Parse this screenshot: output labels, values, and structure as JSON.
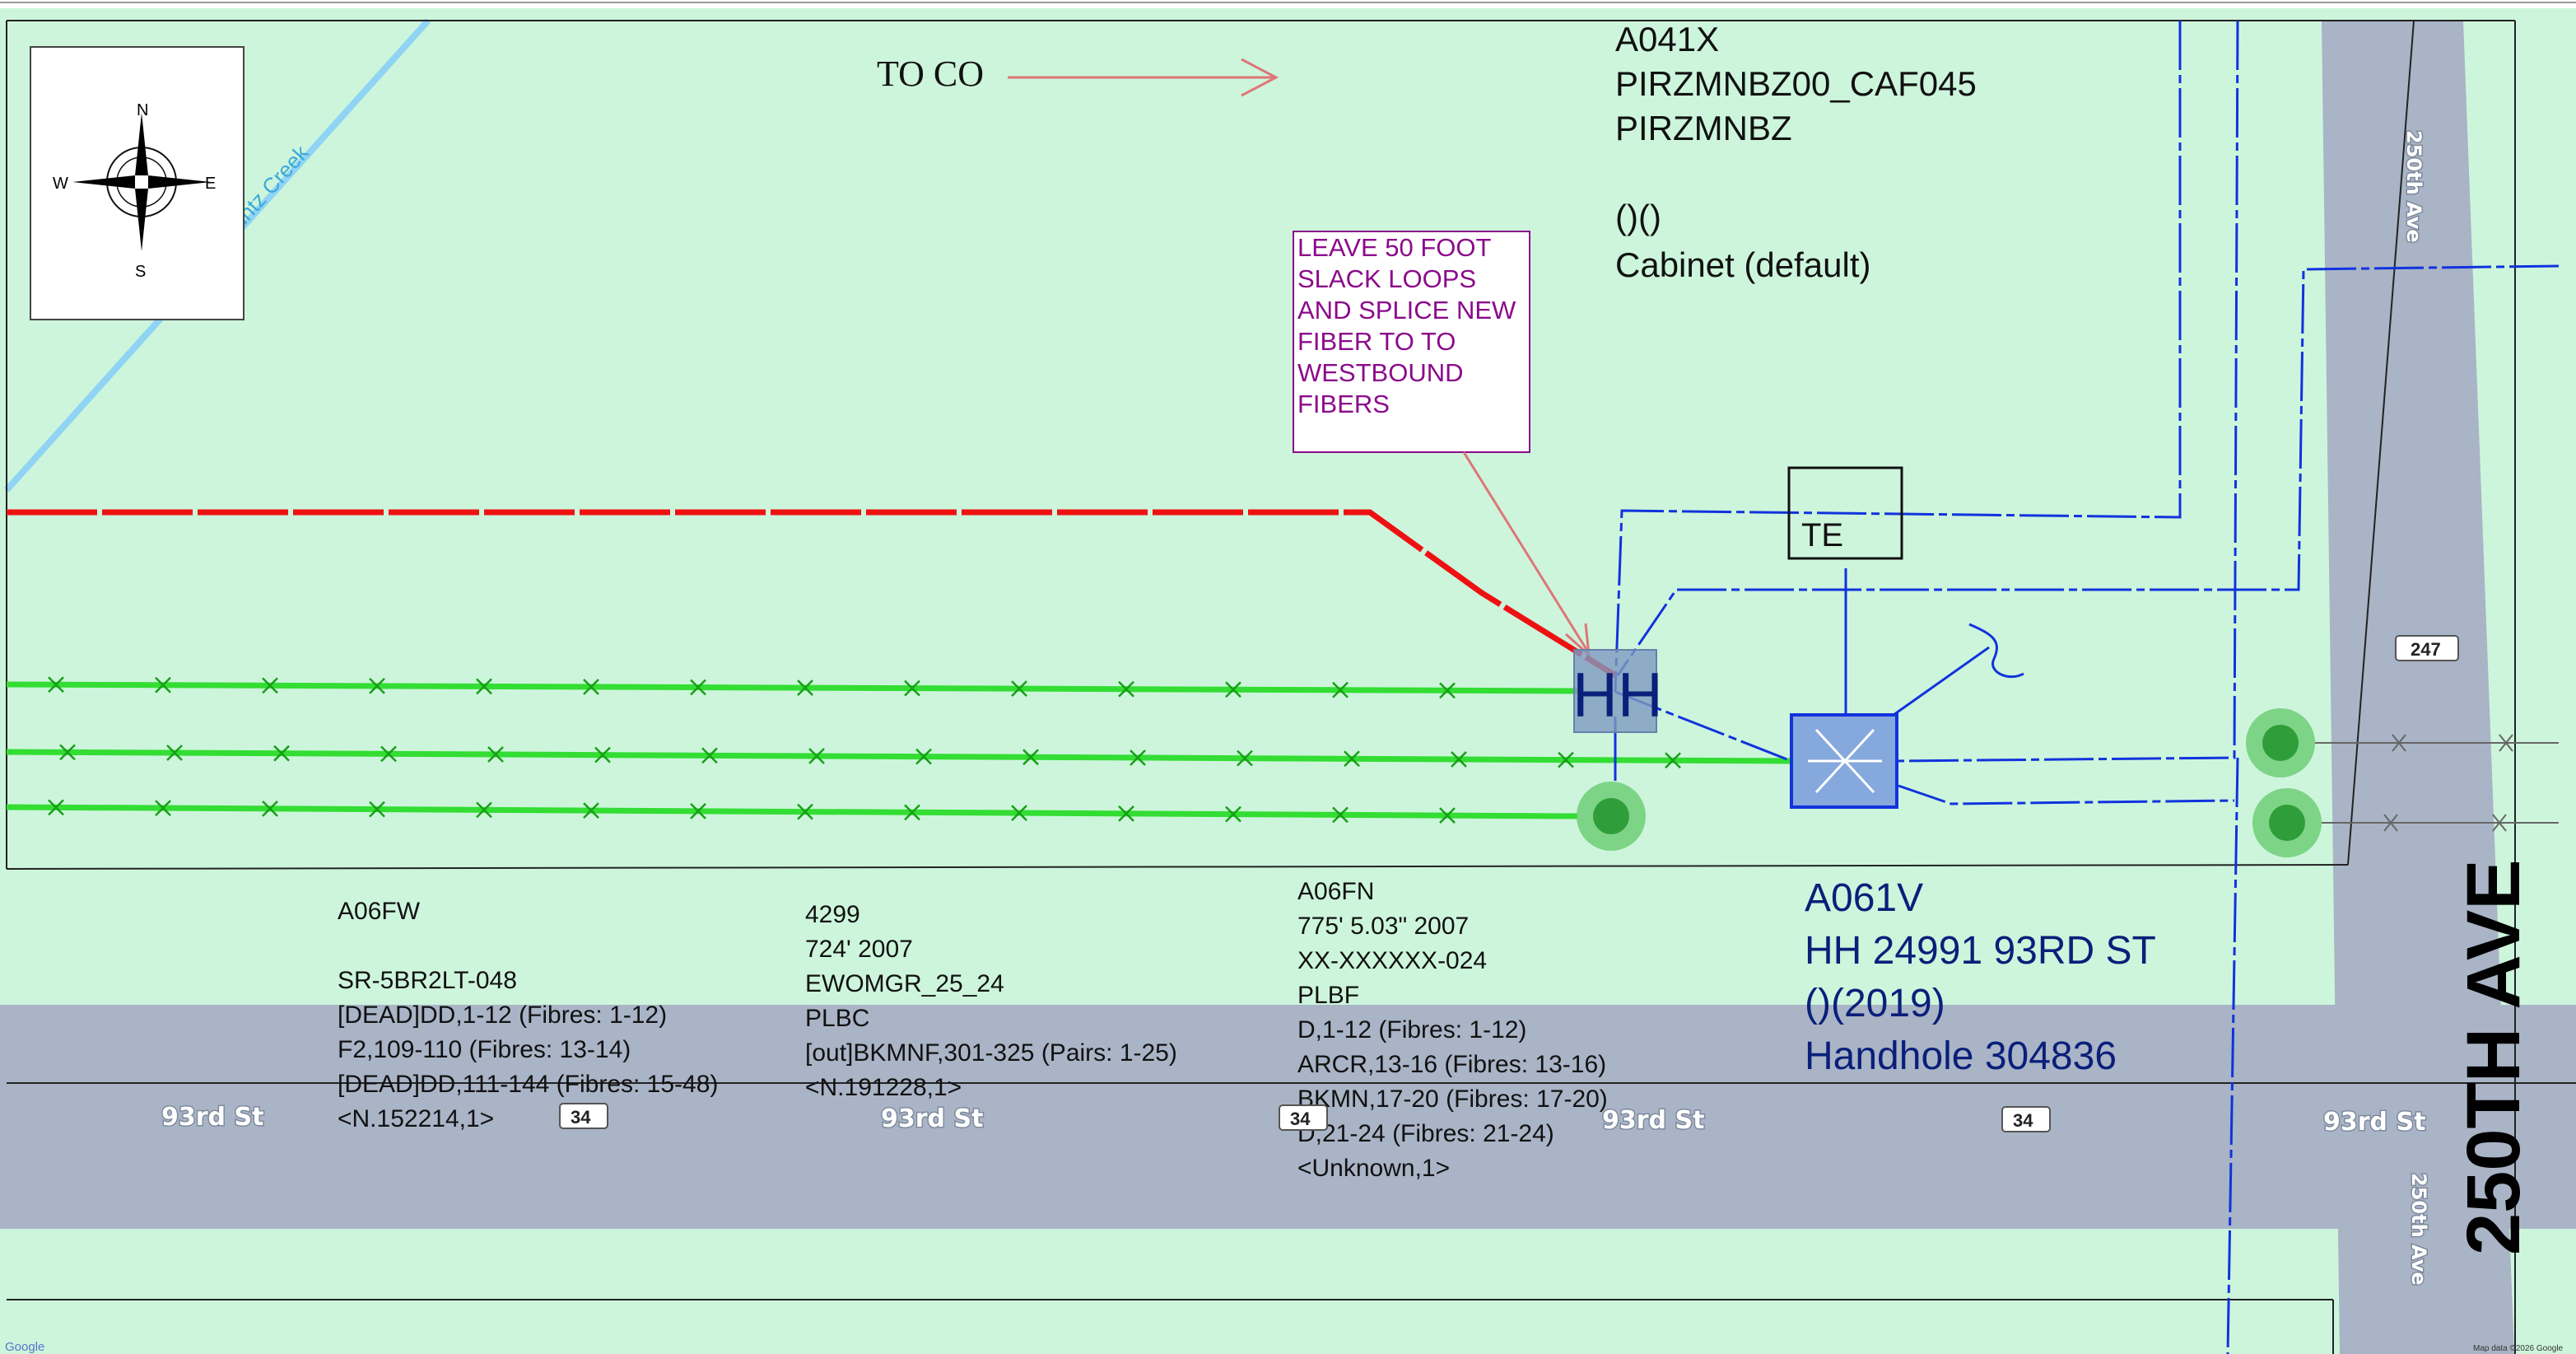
{
  "map": {
    "colors": {
      "land": "#cdf5dc",
      "road": "#a9b4c6",
      "creek": "#8fd4f4",
      "fiber_red": "#ee1111",
      "fiber_green": "#33dd33",
      "network_blue": "#1133dd",
      "leader_pink": "#dd7777",
      "callout_purple": "#8b0a8b",
      "handhole_fill": "#7f9ac0",
      "node_green": "#2f9e3a",
      "label_navy": "#0a1f7a"
    },
    "compass": {
      "n": "N",
      "e": "E",
      "s": "S",
      "w": "W"
    },
    "creek_label": "untz Creek",
    "to_co": "TO CO",
    "cabinet": {
      "lines": [
        "A041X",
        "PIRZMNBZ00_CAF045",
        "PIRZMNBZ",
        "",
        "()()",
        "Cabinet (default)"
      ]
    },
    "callout": {
      "lines": [
        "LEAVE 50 FOOT",
        "SLACK LOOPS",
        "AND SPLICE NEW",
        "FIBER TO TO",
        "WESTBOUND",
        "FIBERS"
      ]
    },
    "te_label": "TE",
    "hh_label": "HH",
    "cable_labels": [
      {
        "lines": [
          "A06FW",
          "",
          "SR-5BR2LT-048",
          "[DEAD]DD,1-12 (Fibres: 1-12)",
          "F2,109-110 (Fibres: 13-14)",
          "[DEAD]DD,111-144 (Fibres: 15-48)",
          "<N.152214,1>"
        ]
      },
      {
        "lines": [
          "4299",
          "724'  2007",
          "EWOMGR_25_24",
          "PLBC",
          "[out]BKMNF,301-325 (Pairs: 1-25)",
          "<N.191228,1>"
        ]
      },
      {
        "lines": [
          "A06FN",
          "775' 5.03\"  2007",
          "XX-XXXXXX-024",
          "PLBF",
          "D,1-12 (Fibres: 1-12)",
          "ARCR,13-16 (Fibres: 13-16)",
          "BKMN,17-20 (Fibres: 17-20)",
          "D,21-24 (Fibres: 21-24)",
          "<Unknown,1>"
        ]
      }
    ],
    "site_label": {
      "lines": [
        "A061V",
        "HH 24991 93RD ST",
        "()(2019)",
        "Handhole 304836"
      ]
    },
    "roads": {
      "st_label": "93rd St",
      "st_shield": "34",
      "ave_small": "250th Ave",
      "ave_big": "250TH AVE",
      "ave_shield": "247",
      "ave_lower": "250th Ave"
    },
    "attribution_left": "Google",
    "attribution_right": "Map data ©2026 Google"
  }
}
